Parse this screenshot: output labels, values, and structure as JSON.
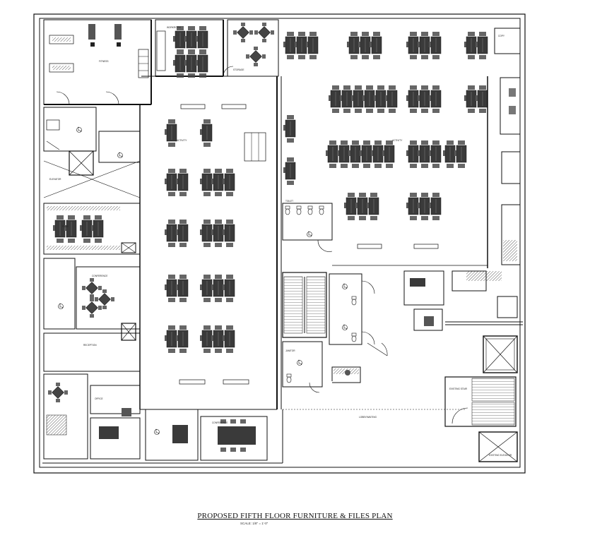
{
  "drawing": {
    "title": "PROPOSED FIFTH FLOOR FURNITURE & FILES PLAN",
    "scale": "SCALE: 1/8\" = 1'-0\""
  },
  "room_labels": [
    "FITNESS",
    "WORKROOM",
    "STORAGE",
    "FILES",
    "RECEPTION",
    "ELEVATOR",
    "ACTIVITY",
    "CONFERENCE",
    "TOILET",
    "JANITOR",
    "LOBBY/WAITING",
    "EXISTING STAIR",
    "EXISTING ELEVATOR",
    "OFFICE",
    "COPY"
  ]
}
